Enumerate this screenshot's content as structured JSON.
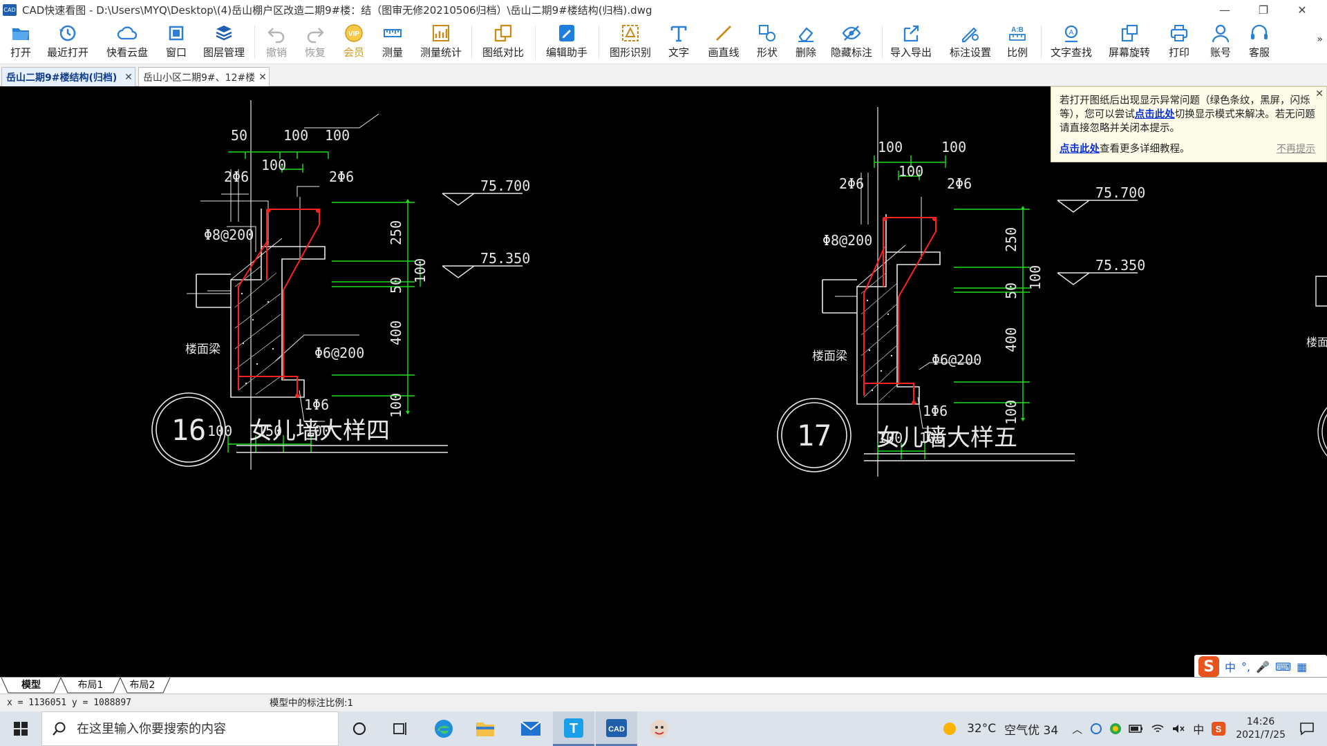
{
  "window": {
    "logo_text": "CAD",
    "title": "CAD快速看图 - D:\\Users\\MYQ\\Desktop\\(4)岳山棚户区改造二期9#楼：结（图审无修20210506归档）\\岳山二期9#楼结构(归档).dwg",
    "minimize": "—",
    "restore": "❐",
    "close": "✕"
  },
  "toolbar": {
    "items": [
      {
        "id": "open",
        "label": "打开",
        "icon": "folder-icon"
      },
      {
        "id": "recent",
        "label": "最近打开",
        "icon": "history-icon"
      },
      {
        "id": "cloud",
        "label": "快看云盘",
        "icon": "cloud-icon"
      },
      {
        "id": "window",
        "label": "窗口",
        "icon": "window-icon"
      },
      {
        "id": "layers",
        "label": "图层管理",
        "icon": "layers-icon"
      },
      {
        "id": "undo",
        "label": "撤销",
        "icon": "undo-icon"
      },
      {
        "id": "redo",
        "label": "恢复",
        "icon": "redo-icon"
      },
      {
        "id": "vip",
        "label": "会员",
        "icon": "vip-icon"
      },
      {
        "id": "measure",
        "label": "测量",
        "icon": "ruler-icon"
      },
      {
        "id": "measure_stats",
        "label": "测量统计",
        "icon": "stats-icon"
      },
      {
        "id": "compare",
        "label": "图纸对比",
        "icon": "compare-icon"
      },
      {
        "id": "edit_assist",
        "label": "编辑助手",
        "icon": "edit-assist-icon"
      },
      {
        "id": "shape_recog",
        "label": "图形识别",
        "icon": "shape-recog-icon"
      },
      {
        "id": "text",
        "label": "文字",
        "icon": "text-icon"
      },
      {
        "id": "line",
        "label": "画直线",
        "icon": "line-icon"
      },
      {
        "id": "shape",
        "label": "形状",
        "icon": "shape-icon"
      },
      {
        "id": "delete",
        "label": "删除",
        "icon": "eraser-icon"
      },
      {
        "id": "hide_anno",
        "label": "隐藏标注",
        "icon": "eye-hide-icon"
      },
      {
        "id": "import_export",
        "label": "导入导出",
        "icon": "export-icon"
      },
      {
        "id": "anno_settings",
        "label": "标注设置",
        "icon": "settings-icon"
      },
      {
        "id": "scale",
        "label": "比例",
        "icon": "scale-icon"
      },
      {
        "id": "text_search",
        "label": "文字查找",
        "icon": "text-search-icon"
      },
      {
        "id": "rotate",
        "label": "屏幕旋转",
        "icon": "rotate-icon"
      },
      {
        "id": "print",
        "label": "打印",
        "icon": "printer-icon"
      },
      {
        "id": "account",
        "label": "账号",
        "icon": "user-icon"
      },
      {
        "id": "support",
        "label": "客服",
        "icon": "headset-icon"
      }
    ],
    "more": "»",
    "scale_icon_text": "A:B",
    "vip_icon_text": "VIP"
  },
  "tabs": [
    {
      "label": "岳山二期9#楼结构(归档)",
      "close": "✕"
    },
    {
      "label": "岳山小区二期9#、12#楼",
      "close": "✕"
    }
  ],
  "notice": {
    "close": "✕",
    "t1": "若打开图纸后出现显示异常问题（绿色条纹，黑屏，闪烁等），您可以尝试",
    "link1": "点击此处",
    "t2": "切换显示模式来解决。若无问题请直接忽略并关闭本提示。",
    "link2": "点击此处",
    "t3": "查看更多详细教程。",
    "dismiss": "不再提示"
  },
  "drawing": {
    "details": [
      {
        "number": "16",
        "title": "女儿墙大样四",
        "dims_top": [
          "50",
          "100",
          "100"
        ],
        "dim_inner": "100",
        "rebar_top_left": "2Φ6",
        "rebar_top_right": "2Φ6",
        "stirrup": "Φ8@200",
        "elev_top": "75.700",
        "elev_mid": "75.350",
        "beam_label": "楼面梁",
        "lower_bar": "Φ6@200",
        "corner_bar": "1Φ6",
        "dims_right": [
          "250",
          "50",
          "400",
          "100"
        ],
        "dim_right_outer": "100",
        "dims_bottom": [
          "100",
          "150",
          "100"
        ]
      },
      {
        "number": "17",
        "title": "女儿墙大样五",
        "dims_top": [
          "100",
          "100"
        ],
        "dim_inner": "100",
        "rebar_top_left": "2Φ6",
        "rebar_top_right": "2Φ6",
        "stirrup": "Φ8@200",
        "elev_top": "75.700",
        "elev_mid": "75.350",
        "beam_label": "楼面梁",
        "lower_bar": "Φ6@200",
        "corner_bar": "1Φ6",
        "dims_right": [
          "250",
          "50",
          "400",
          "100"
        ],
        "dim_right_outer": "100",
        "dims_bottom": [
          "100",
          "100"
        ]
      }
    ],
    "partial_label": "楼面梁"
  },
  "ime": {
    "logo": "S",
    "mode": "中",
    "punct": "°,",
    "mic": "🎤",
    "kbd": "⌨",
    "grid": "▦"
  },
  "layout_tabs": [
    "模型",
    "布局1",
    "布局2"
  ],
  "status": {
    "coords": "x = 1136051  y = 1088897",
    "scale": "模型中的标注比例:1"
  },
  "taskbar": {
    "search_placeholder": "在这里输入你要搜索的内容",
    "weather_temp": "32°C",
    "air_quality": "空气优 34",
    "lang": "中",
    "time": "14:26",
    "date": "2021/7/25",
    "cad_label": "CAD",
    "t_label": "T"
  },
  "colors": {
    "dim_green": "#1fe01f",
    "rebar_red": "#ff2020",
    "line_white": "#e8e8e8",
    "link_blue": "#0a2fd6"
  }
}
